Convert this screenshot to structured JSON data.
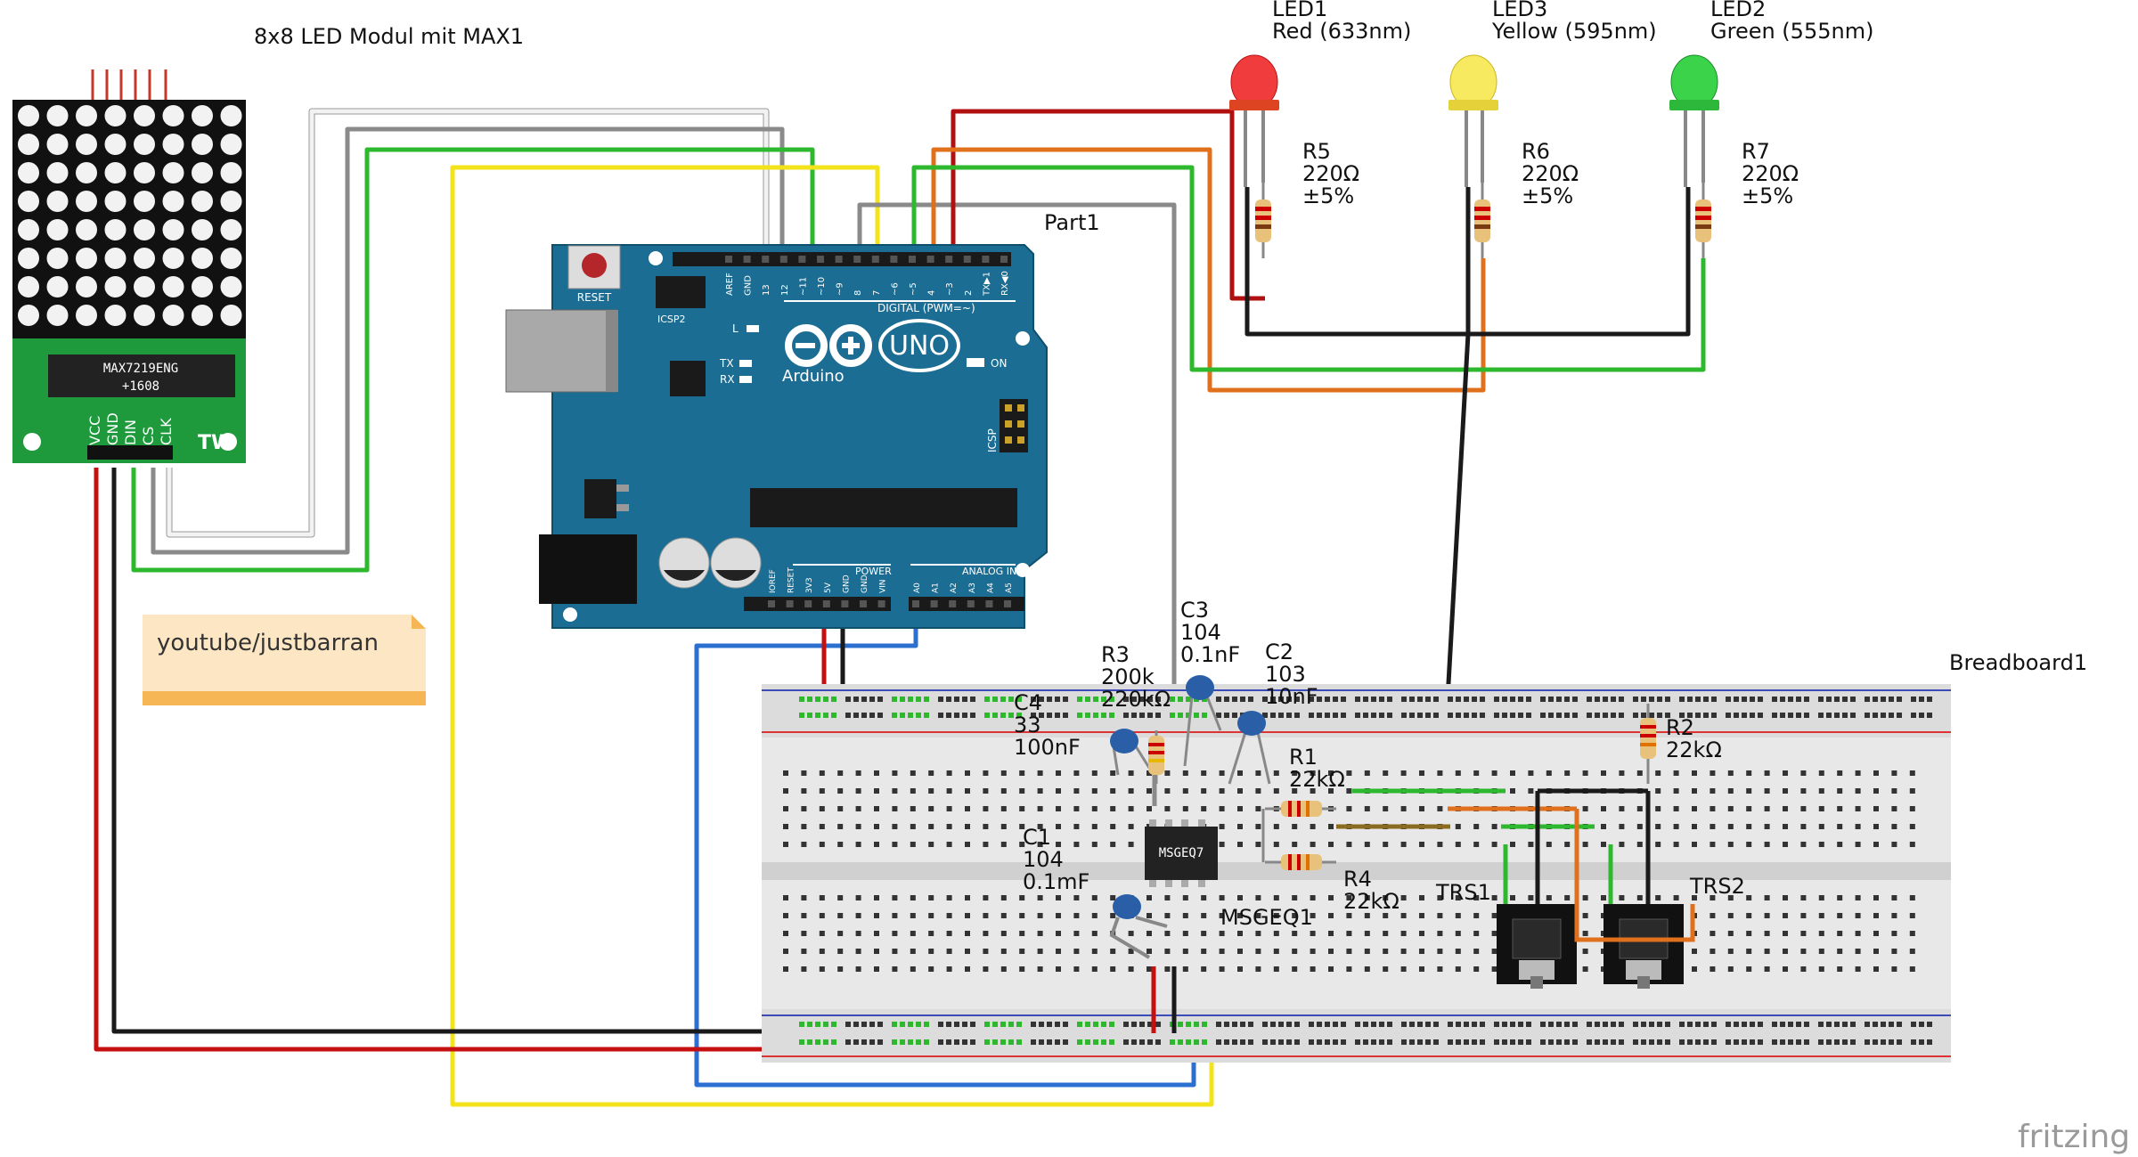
{
  "labels": {
    "led_matrix": "8x8 LED Modul mit MAX1",
    "max_chip": "MAX7219ENG",
    "max_chip_sub": "+1608",
    "tw": "TW",
    "led1_name": "LED1",
    "led1_desc": "Red (633nm)",
    "led3_name": "LED3",
    "led3_desc": "Yellow (595nm)",
    "led2_name": "LED2",
    "led2_desc": "Green (555nm)",
    "r5_name": "R5",
    "r5_val": "220Ω",
    "r5_tol": "±5%",
    "r6_name": "R6",
    "r6_val": "220Ω",
    "r6_tol": "±5%",
    "r7_name": "R7",
    "r7_val": "220Ω",
    "r7_tol": "±5%",
    "part1": "Part1",
    "c3_name": "C3",
    "c3_code": "104",
    "c3_val": "0.1nF",
    "c2_name": "C2",
    "c2_code": "103",
    "c2_val": "10nF",
    "r3_name": "R3",
    "r3_val1": "200k",
    "r3_val2": "220kΩ",
    "c4_name": "C4",
    "c4_code": "33",
    "c4_val": "100nF",
    "r1_name": "R1",
    "r1_val": "22kΩ",
    "r4_name": "R4",
    "r4_val": "22kΩ",
    "r2_name": "R2",
    "r2_val": "22kΩ",
    "c1_name": "C1",
    "c1_code": "104",
    "c1_val": "0.1mF",
    "msgeq_chip": "MSGEQ7",
    "msgeq_label": "MSGEQ1",
    "trs1": "TRS1",
    "trs2": "TRS2",
    "breadboard": "Breadboard1",
    "note": "youtube/justbarran",
    "fritzing": "fritzing"
  },
  "arduino": {
    "reset": "RESET",
    "icsp2": "ICSP2",
    "icsp": "ICSP",
    "brand": "Arduino",
    "uno": "UNO",
    "on": "ON",
    "tx": "TX",
    "rx": "RX",
    "l": "L",
    "digital": "DIGITAL (PWM=~)",
    "power": "POWER",
    "analog": "ANALOG IN",
    "digital_pins": [
      "AREF",
      "GND",
      "13",
      "12",
      "~11",
      "~10",
      "~9",
      "8",
      "7",
      "~6",
      "~5",
      "4",
      "~3",
      "2",
      "TX▶1",
      "RX◀0"
    ],
    "power_pins": [
      "IOREF",
      "RESET",
      "3V3",
      "5V",
      "GND",
      "GND",
      "VIN"
    ],
    "analog_pins": [
      "A0",
      "A1",
      "A2",
      "A3",
      "A4",
      "A5"
    ]
  },
  "matrix_pins": [
    "VCC",
    "GND",
    "DIN",
    "CS",
    "CLK"
  ],
  "colors": {
    "arduino_blue": "#1c6d93",
    "wire_red": "#c51010",
    "wire_black": "#1a1a1a",
    "wire_green": "#2db82d",
    "wire_yellow": "#f2e31b",
    "wire_blue": "#2b6fd1",
    "wire_orange": "#e0701c",
    "wire_gray": "#8a8a8a",
    "wire_white": "#f2f2f2",
    "matrix_green": "#1e9a3c"
  }
}
